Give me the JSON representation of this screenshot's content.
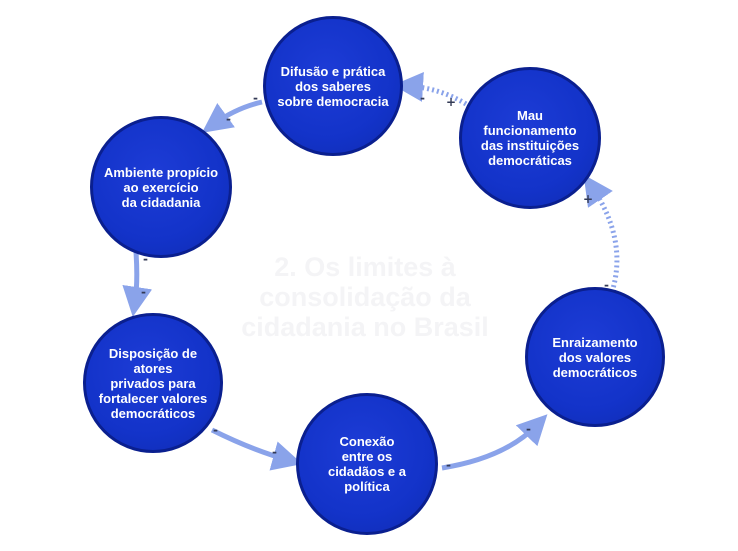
{
  "title": "2. Os limites à\nconsolidação da\ncidadania no Brasil",
  "nodes": [
    {
      "id": "difusao",
      "label": "Difusão e prática\ndos saberes\nsobre democracia"
    },
    {
      "id": "mau",
      "label": "Mau\nfuncionamento\ndas instituições\ndemocráticas"
    },
    {
      "id": "ambiente",
      "label": "Ambiente propício\nao exercício\nda cidadania"
    },
    {
      "id": "enraizamento",
      "label": "Enraizamento\ndos valores\ndemocráticos"
    },
    {
      "id": "disposicao",
      "label": "Disposição de\natores\nprivados para\nfortalecer valores\ndemocráticos"
    },
    {
      "id": "conexao",
      "label": "Conexão\nentre os\ncidadãos e a\npolítica"
    }
  ],
  "edges": [
    {
      "from": "difusao",
      "to": "ambiente",
      "style": "solid",
      "source_sign": "-",
      "target_sign": "-"
    },
    {
      "from": "ambiente",
      "to": "disposicao",
      "style": "solid",
      "source_sign": "-",
      "target_sign": "-"
    },
    {
      "from": "disposicao",
      "to": "conexao",
      "style": "solid",
      "source_sign": "-",
      "target_sign": "-"
    },
    {
      "from": "conexao",
      "to": "enraizamento",
      "style": "solid",
      "source_sign": "-",
      "target_sign": "-"
    },
    {
      "from": "enraizamento",
      "to": "mau",
      "style": "dashed",
      "source_sign": "-",
      "target_sign": "+"
    },
    {
      "from": "mau",
      "to": "difusao",
      "style": "dashed",
      "source_sign": "+",
      "target_sign": "-"
    }
  ],
  "colors": {
    "node_fill": "#1333c9",
    "node_border": "#0a1f8f",
    "arrow": "#8aa3ea",
    "title": "#f4f4f6"
  }
}
